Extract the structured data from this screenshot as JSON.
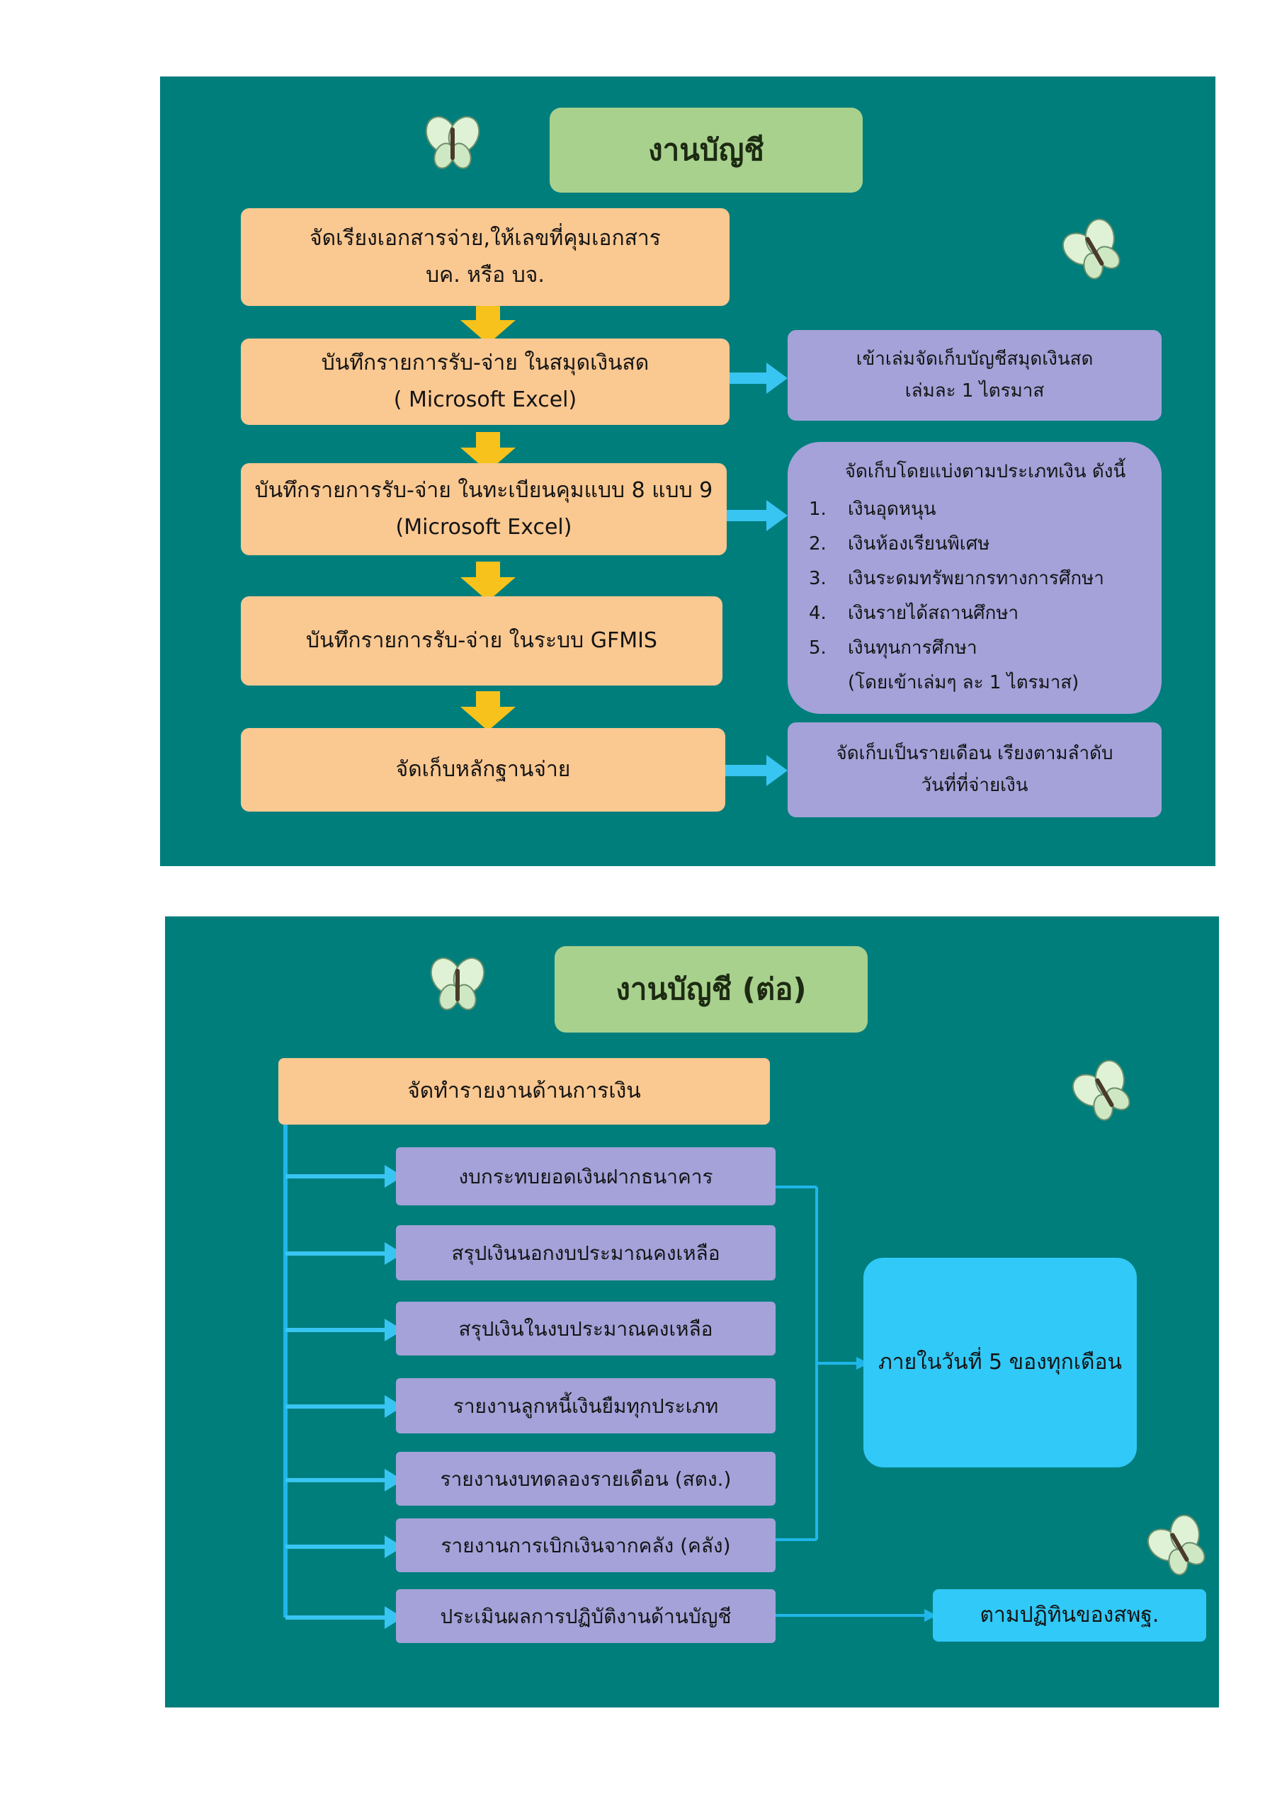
{
  "slide1": {
    "title": "งานบัญชี",
    "steps": [
      {
        "line1": "จัดเรียงเอกสารจ่าย,ให้เลขที่คุมเอกสาร",
        "line2": "บค. หรือ บจ."
      },
      {
        "line1": "บันทึกรายการรับ-จ่าย  ในสมุดเงินสด",
        "line2": "( Microsoft Excel)"
      },
      {
        "line1": "บันทึกรายการรับ-จ่าย  ในทะเบียนคุมแบบ 8 แบบ 9",
        "line2": "(Microsoft Excel)"
      },
      {
        "line1": "บันทึกรายการรับ-จ่าย  ในระบบ GFMIS"
      },
      {
        "line1": "จัดเก็บหลักฐานจ่าย"
      }
    ],
    "notes": {
      "cashbook": {
        "line1": "เข้าเล่มจัดเก็บบัญชีสมุดเงินสด",
        "line2": "เล่มละ 1 ไตรมาส"
      },
      "ledger": {
        "heading": "จัดเก็บโดยแบ่งตามประเภทเงิน ดังนี้",
        "items": [
          {
            "num": "1.",
            "text": "เงินอุดหนุน"
          },
          {
            "num": "2.",
            "text": "เงินห้องเรียนพิเศษ"
          },
          {
            "num": "3.",
            "text": "เงินระดมทรัพยากรทางการศึกษา"
          },
          {
            "num": "4.",
            "text": "เงินรายได้สถานศึกษา"
          },
          {
            "num": "5.",
            "text": "เงินทุนการศึกษา"
          }
        ],
        "footnote": "(โดยเข้าเล่มๆ ละ 1 ไตรมาส)"
      },
      "evidence": {
        "line1": "จัดเก็บเป็นรายเดือน เรียงตามลำดับ",
        "line2": "วันที่ที่จ่ายเงิน"
      }
    }
  },
  "slide2": {
    "title": "งานบัญชี (ต่อ)",
    "root": "จัดทำรายงานด้านการเงิน",
    "reports": [
      "งบกระทบยอดเงินฝากธนาคาร",
      "สรุปเงินนอกงบประมาณคงเหลือ",
      "สรุปเงินในงบประมาณคงเหลือ",
      "รายงานลูกหนี้เงินยืมทุกประเภท",
      "รายงานงบทดลองรายเดือน (สตง.)",
      "รายงานการเบิกเงินจากคลัง (คลัง)",
      "ประเมินผลการปฏิบัติงานด้านบัญชี"
    ],
    "deadline": "ภายในวันที่ 5 ของทุกเดือน",
    "calendar": "ตามปฏิทินของสพฐ."
  },
  "colors": {
    "slide_bg": "#007e7c",
    "orange": "#fac891",
    "purple": "#a4a2d9",
    "green": "#a8d18e",
    "cyan": "#31c9f7",
    "arrow_down": "#f7c21b",
    "arrow_right": "#39c5f2",
    "connector": "#1fb6ea"
  },
  "icons": [
    "butterfly-icon",
    "arrow-down-icon",
    "arrow-right-icon"
  ]
}
